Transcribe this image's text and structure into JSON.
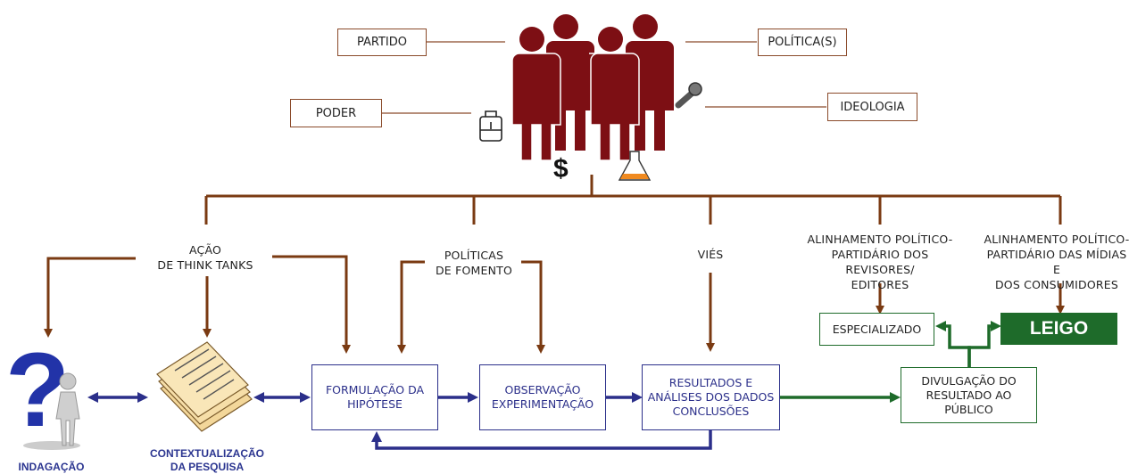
{
  "colors": {
    "brown": "#7a3a12",
    "blue": "#2b2f8a",
    "green": "#1e6b2a",
    "figures": "#7d0f14"
  },
  "top_labels": {
    "partido": "PARTIDO",
    "politicas": "POLÍTICA(S)",
    "poder": "PODER",
    "ideologia": "IDEOLOGIA"
  },
  "icons": [
    "people-group-icon",
    "briefcase-icon",
    "dollar-icon",
    "microphone-icon",
    "flask-icon",
    "question-mark-icon",
    "papers-icon"
  ],
  "influences": {
    "think_tanks": "AÇÃO\nDE THINK TANKS",
    "fomento": "POLÍTICAS\nDE FOMENTO",
    "vies": "VIÉS",
    "revisores": "ALINHAMENTO POLÍTICO-\nPARTIDÁRIO DOS REVISORES/\nEDITORES",
    "midias": "ALINHAMENTO POLÍTICO-\nPARTIDÁRIO DAS MÍDIAS E\nDOS CONSUMIDORES"
  },
  "process": {
    "formulacao": "FORMULAÇÃO DA\nHIPÓTESE",
    "observacao": "OBSERVAÇÃO\nEXPERIMENTAÇÃO",
    "resultados": "RESULTADOS E\nANÁLISES DOS DADOS\nCONCLUSÕES",
    "divulgacao": "DIVULGAÇÃO DO\nRESULTADO AO\nPÚBLICO",
    "especializado": "ESPECIALIZADO",
    "leigo": "LEIGO"
  },
  "captions": {
    "indagacao": "INDAGAÇÃO",
    "contextualizacao": "CONTEXTUALIZAÇÃO\nDA PESQUISA"
  }
}
